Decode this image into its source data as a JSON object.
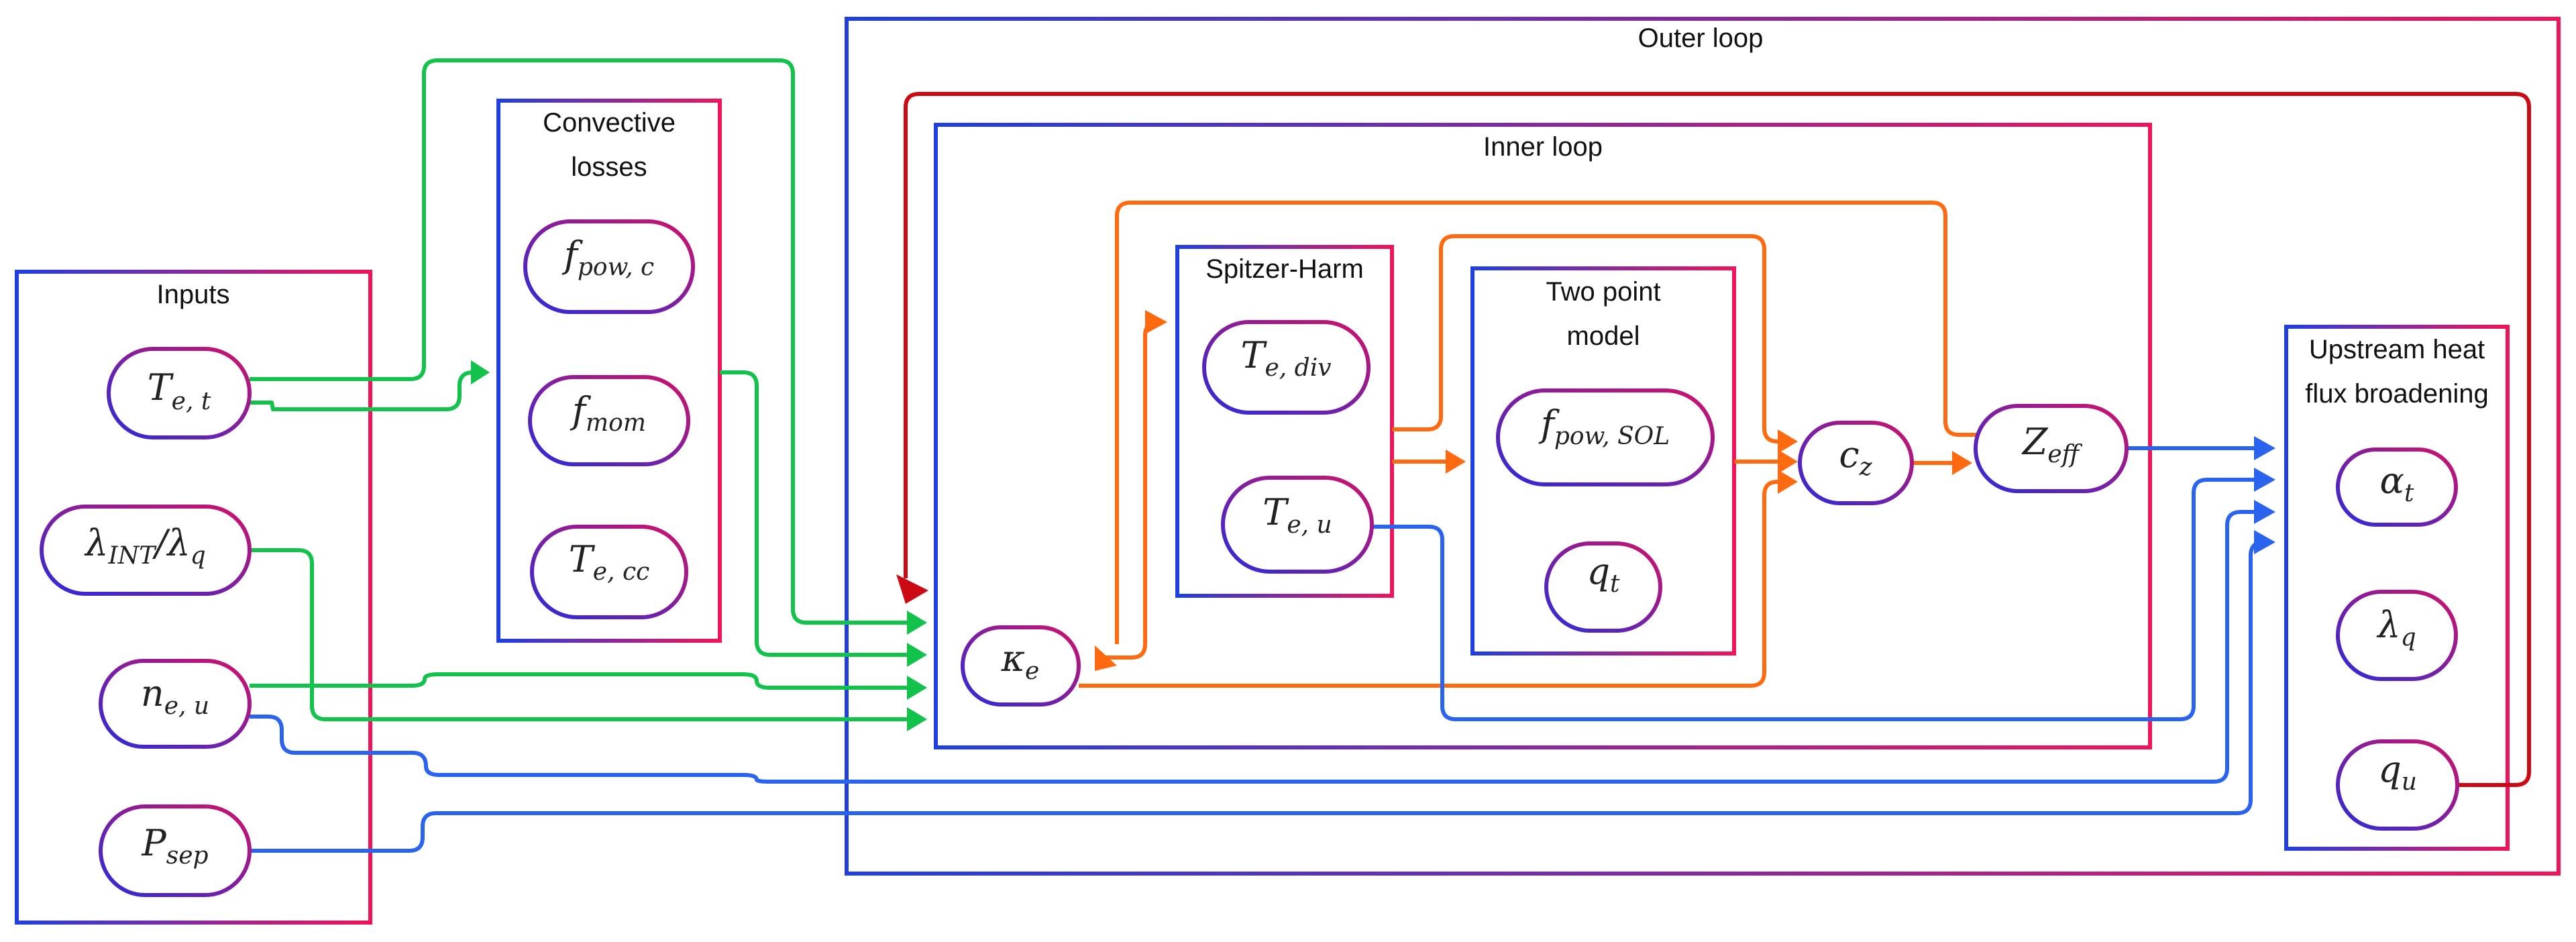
{
  "colors": {
    "box_gradient_start": "#1f3fe0",
    "box_gradient_end": "#f0145a",
    "node_gradient_start": "#2d2bd8",
    "node_gradient_end": "#d0126a",
    "green": "#12c24a",
    "orange": "#ff6a10",
    "blue": "#2a64ee",
    "red": "#cc0a14"
  },
  "groups": {
    "inputs": "Inputs",
    "convective_1": "Convective",
    "convective_2": "losses",
    "outer_loop": "Outer loop",
    "inner_loop": "Inner loop",
    "spitzer_harm": "Spitzer-Harm",
    "two_point_1": "Two point",
    "two_point_2": "model",
    "upstream_1": "Upstream heat",
    "upstream_2": "flux broadening"
  },
  "nodes": {
    "te_t": {
      "base": "T",
      "sub": "e, t"
    },
    "lambda_ratio": {
      "base": "λ",
      "sub": "INT",
      "mid": "/λ",
      "sub2": "q"
    },
    "ne_u": {
      "base": "n",
      "sub": "e, u"
    },
    "p_sep": {
      "base": "P",
      "sub": "sep"
    },
    "f_pow_c": {
      "base": "f",
      "sub": "pow, c"
    },
    "f_mom": {
      "base": "f",
      "sub": "mom"
    },
    "te_cc": {
      "base": "T",
      "sub": "e, cc"
    },
    "kappa_e": {
      "base": "κ",
      "sub": "e"
    },
    "te_div": {
      "base": "T",
      "sub": "e, div"
    },
    "te_u": {
      "base": "T",
      "sub": "e, u"
    },
    "f_pow_sol": {
      "base": "f",
      "sub": "pow, SOL"
    },
    "q_t": {
      "base": "q",
      "sub": "t"
    },
    "c_z": {
      "base": "c",
      "sub": "z"
    },
    "z_eff": {
      "base": "Z",
      "sub": "eff"
    },
    "alpha_t": {
      "base": "α",
      "sub": "t"
    },
    "lambda_q": {
      "base": "λ",
      "sub": "q"
    },
    "q_u": {
      "base": "q",
      "sub": "u"
    }
  }
}
